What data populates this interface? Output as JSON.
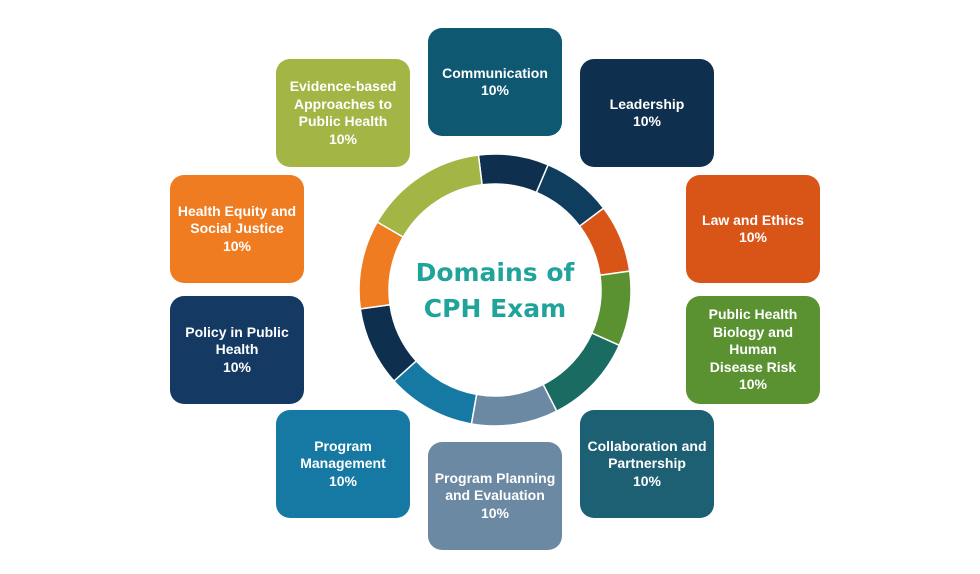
{
  "title": {
    "line1": "Domains of",
    "line2": "CPH Exam"
  },
  "colors": {
    "dark_teal": "#0f5872",
    "navy": "#0f2f4e",
    "orange_dark": "#d95417",
    "green": "#5a9232",
    "teal_green": "#1a6b62",
    "slate": "#6b89a3",
    "blue": "#1679a3",
    "dark_blue": "#143a63",
    "orange": "#f07c22",
    "lime": "#a2b545",
    "accent_text": "#1fa39a"
  },
  "domains": [
    {
      "lines": [
        "Communication"
      ],
      "pct": "10%",
      "color": "#0f5872"
    },
    {
      "lines": [
        "Leadership"
      ],
      "pct": "10%",
      "color": "#0f2f4e"
    },
    {
      "lines": [
        "Law and Ethics"
      ],
      "pct": "10%",
      "color": "#d95417"
    },
    {
      "lines": [
        "Public Health",
        "Biology and",
        "Human",
        "Disease Risk"
      ],
      "pct": "10%",
      "color": "#5a9232"
    },
    {
      "lines": [
        "Collaboration and",
        "Partnership"
      ],
      "pct": "10%",
      "color": "#1d5f73"
    },
    {
      "lines": [
        "Program Planning",
        "and Evaluation"
      ],
      "pct": "10%",
      "color": "#6b89a3"
    },
    {
      "lines": [
        "Program",
        "Management"
      ],
      "pct": "10%",
      "color": "#1679a3"
    },
    {
      "lines": [
        "Policy in Public",
        "Health"
      ],
      "pct": "10%",
      "color": "#143a63"
    },
    {
      "lines": [
        "Health Equity and",
        "Social Justice"
      ],
      "pct": "10%",
      "color": "#f07c22"
    },
    {
      "lines": [
        "Evidence-based",
        "Approaches to",
        "Public Health"
      ],
      "pct": "10%",
      "color": "#a2b545"
    }
  ],
  "ring_segments": [
    {
      "from": 353,
      "to": 23,
      "color": "#0f2f4e"
    },
    {
      "from": 23,
      "to": 53,
      "color": "#0f3d5e"
    },
    {
      "from": 53,
      "to": 82,
      "color": "#d95417"
    },
    {
      "from": 82,
      "to": 114,
      "color": "#5a9232"
    },
    {
      "from": 114,
      "to": 153,
      "color": "#1a6b62"
    },
    {
      "from": 153,
      "to": 190,
      "color": "#6b89a3"
    },
    {
      "from": 190,
      "to": 228,
      "color": "#1679a3"
    },
    {
      "from": 228,
      "to": 262,
      "color": "#0f2f4e"
    },
    {
      "from": 262,
      "to": 300,
      "color": "#f07c22"
    },
    {
      "from": 300,
      "to": 353,
      "color": "#a2b545"
    }
  ]
}
